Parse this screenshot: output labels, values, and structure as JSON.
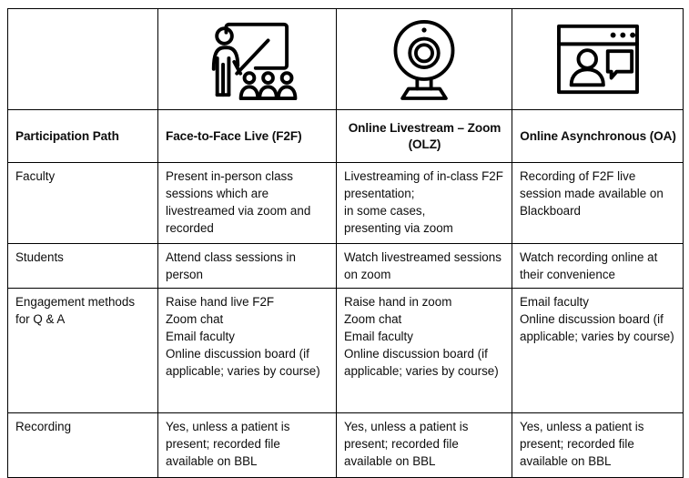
{
  "table": {
    "icon_row": [
      {
        "icon": "",
        "name": "empty-cell"
      },
      {
        "icon": "teacher-whiteboard-classroom-icon",
        "name": "icon-cell-f2f"
      },
      {
        "icon": "webcam-icon",
        "name": "icon-cell-olz"
      },
      {
        "icon": "browser-window-person-chat-icon",
        "name": "icon-cell-oa"
      }
    ],
    "headers": [
      "Participation Path",
      "Face-to-Face Live (F2F)",
      "Online Livestream – Zoom (OLZ)",
      "Online Asynchronous (OA)"
    ],
    "rows": [
      {
        "label": "Faculty",
        "cells": [
          "Present in-person class sessions which are livestreamed via zoom and recorded",
          "Livestreaming of in-class F2F presentation;\nin some cases,\npresenting via zoom",
          "Recording of F2F live session made available on Blackboard"
        ]
      },
      {
        "label": "Students",
        "cells": [
          "Attend class sessions in person",
          "Watch livestreamed sessions on zoom",
          "Watch recording online at their convenience"
        ]
      },
      {
        "label": "Engagement methods for Q & A",
        "cells": [
          "Raise hand live F2F\nZoom chat\nEmail faculty\nOnline discussion board (if applicable; varies by course)",
          "Raise hand in zoom\nZoom chat\nEmail faculty\nOnline discussion board (if applicable; varies by course)",
          "Email faculty\nOnline discussion board (if applicable; varies by course)"
        ]
      },
      {
        "label": "Recording",
        "cells": [
          "Yes, unless a patient is present; recorded file available on BBL",
          "Yes, unless a patient is present; recorded file available on BBL",
          "Yes, unless a patient is present; recorded file available on BBL"
        ]
      }
    ]
  },
  "colors": {
    "border": "#000000",
    "text": "#0d0d0d",
    "background": "#ffffff"
  }
}
